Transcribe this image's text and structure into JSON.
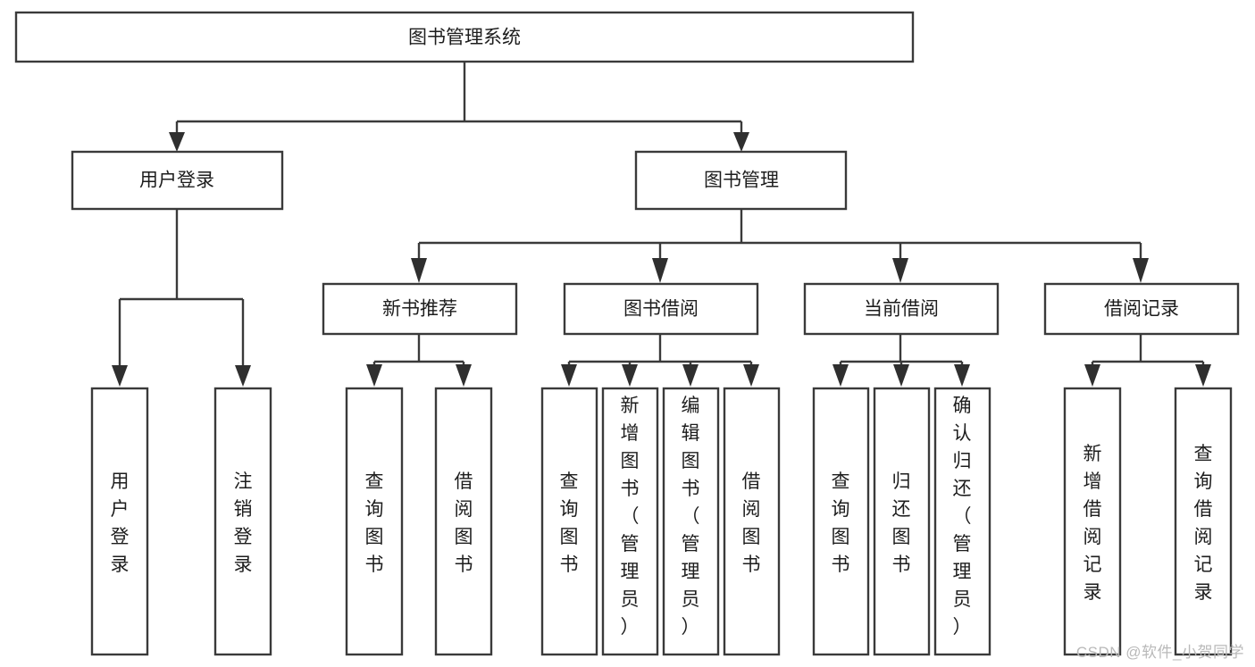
{
  "diagram": {
    "type": "hierarchy-tree",
    "title": "图书管理系统",
    "watermark": "CSDN @软件_小贺同学",
    "colors": {
      "box_stroke": "#3a3a3a",
      "box_fill": "#ffffff",
      "connector": "#3a3a3a",
      "text": "#1d1d1d",
      "watermark": "#b9b9b9",
      "background": "#ffffff"
    },
    "root": {
      "id": "root",
      "label": "图书管理系统",
      "orientation": "horizontal"
    },
    "level2": [
      {
        "id": "user-login",
        "label": "用户登录",
        "orientation": "horizontal"
      },
      {
        "id": "book-manage",
        "label": "图书管理",
        "orientation": "horizontal"
      }
    ],
    "level3": [
      {
        "id": "new-book-recommend",
        "label": "新书推荐",
        "orientation": "horizontal",
        "parent": "book-manage"
      },
      {
        "id": "book-borrow",
        "label": "图书借阅",
        "orientation": "horizontal",
        "parent": "book-manage"
      },
      {
        "id": "current-borrow",
        "label": "当前借阅",
        "orientation": "horizontal",
        "parent": "book-manage"
      },
      {
        "id": "borrow-record",
        "label": "借阅记录",
        "orientation": "horizontal",
        "parent": "book-manage"
      }
    ],
    "leaves": [
      {
        "id": "leaf-user-login",
        "label": "用户登录",
        "orientation": "vertical",
        "parent": "user-login"
      },
      {
        "id": "leaf-logout-login",
        "label": "注销登录",
        "orientation": "vertical",
        "parent": "user-login"
      },
      {
        "id": "leaf-query-book-1",
        "label": "查询图书",
        "orientation": "vertical",
        "parent": "new-book-recommend"
      },
      {
        "id": "leaf-borrow-book-1",
        "label": "借阅图书",
        "orientation": "vertical",
        "parent": "new-book-recommend"
      },
      {
        "id": "leaf-query-book-2",
        "label": "查询图书",
        "orientation": "vertical",
        "parent": "book-borrow"
      },
      {
        "id": "leaf-add-book",
        "label": "新增图书（管理员）",
        "orientation": "vertical",
        "parent": "book-borrow"
      },
      {
        "id": "leaf-edit-book",
        "label": "编辑图书（管理员）",
        "orientation": "vertical",
        "parent": "book-borrow"
      },
      {
        "id": "leaf-borrow-book-2",
        "label": "借阅图书",
        "orientation": "vertical",
        "parent": "book-borrow"
      },
      {
        "id": "leaf-query-book-3",
        "label": "查询图书",
        "orientation": "vertical",
        "parent": "current-borrow"
      },
      {
        "id": "leaf-return-book",
        "label": "归还图书",
        "orientation": "vertical",
        "parent": "current-borrow"
      },
      {
        "id": "leaf-confirm-return",
        "label": "确认归还（管理员）",
        "orientation": "vertical",
        "parent": "current-borrow"
      },
      {
        "id": "leaf-add-record",
        "label": "新增借阅记录",
        "orientation": "vertical",
        "parent": "borrow-record"
      },
      {
        "id": "leaf-query-record",
        "label": "查询借阅记录",
        "orientation": "vertical",
        "parent": "borrow-record"
      }
    ]
  }
}
